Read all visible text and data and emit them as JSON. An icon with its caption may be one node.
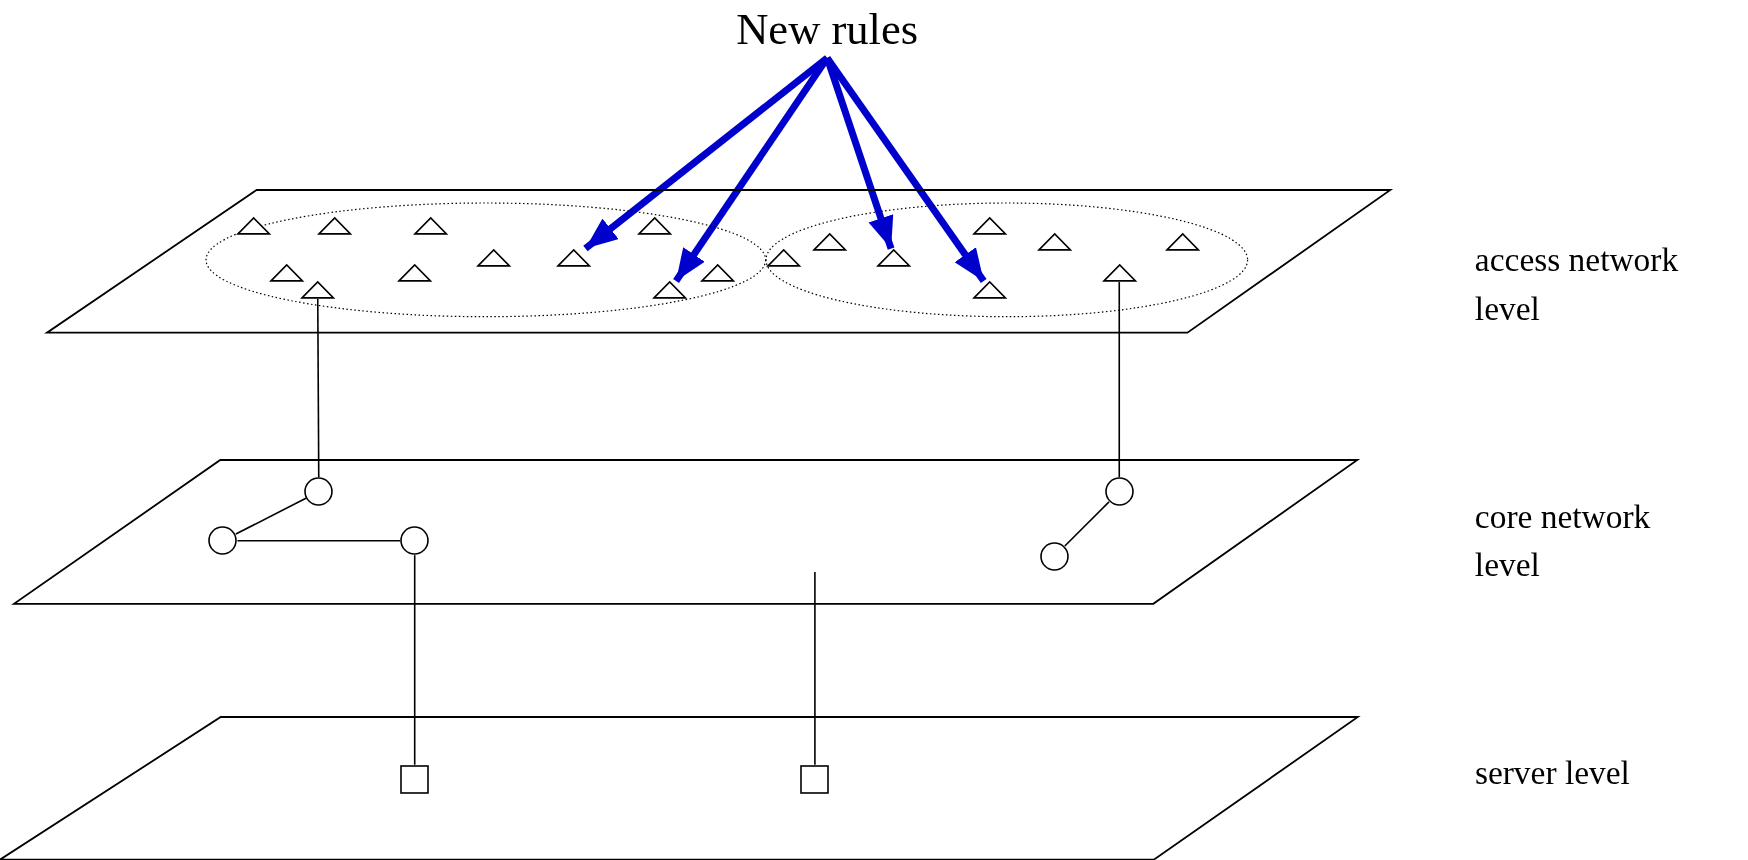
{
  "diagram": {
    "nodes": [
      {
        "text": [
          "New rules"
        ]
      },
      {
        "text": [
          "access network level"
        ]
      },
      {
        "text": [],
        "shape": "ellipse",
        "in": 1
      },
      {
        "text": [],
        "shape": "ellipse",
        "in": 1
      },
      {
        "text": [],
        "shape": "triangle",
        "in": 2
      },
      {
        "text": [],
        "shape": "triangle",
        "in": 2
      },
      {
        "text": [],
        "shape": "triangle",
        "in": 2
      },
      {
        "text": [],
        "shape": "triangle",
        "in": 2
      },
      {
        "text": [],
        "shape": "triangle",
        "in": 2
      },
      {
        "text": [],
        "shape": "triangle",
        "in": 2
      },
      {
        "text": [],
        "shape": "triangle",
        "in": 2
      },
      {
        "text": [],
        "shape": "triangle",
        "in": 2
      },
      {
        "text": [],
        "shape": "triangle",
        "in": 2
      },
      {
        "text": [],
        "shape": "triangle",
        "in": 2
      },
      {
        "text": [],
        "shape": "triangle",
        "in": 2
      },
      {
        "text": [],
        "shape": "triangle",
        "in": 3
      },
      {
        "text": [],
        "shape": "triangle",
        "in": 3
      },
      {
        "text": [],
        "shape": "triangle",
        "in": 3
      },
      {
        "text": [],
        "shape": "triangle",
        "in": 3
      },
      {
        "text": [],
        "shape": "triangle",
        "in": 3
      },
      {
        "text": [],
        "shape": "triangle",
        "in": 3
      },
      {
        "text": [],
        "shape": "triangle",
        "in": 3
      },
      {
        "text": [],
        "shape": "triangle",
        "in": 3
      },
      {
        "text": [
          "core network level"
        ]
      },
      {
        "text": [],
        "shape": "circle",
        "in": 23
      },
      {
        "text": [],
        "shape": "circle",
        "in": 23
      },
      {
        "text": [],
        "shape": "circle",
        "in": 23
      },
      {
        "text": [],
        "shape": "circle",
        "in": 23
      },
      {
        "text": [],
        "shape": "circle",
        "in": 23
      },
      {
        "text": [
          "server level"
        ]
      },
      {
        "text": [],
        "shape": "box",
        "in": 29
      },
      {
        "text": [],
        "shape": "box",
        "in": 29
      }
    ],
    "edges": [
      {
        "from": 0,
        "to": 12,
        "arrow": "to",
        "style": "thick",
        "color": "#0000cc"
      },
      {
        "from": 0,
        "to": 13,
        "arrow": "to",
        "style": "thick",
        "color": "#0000cc"
      },
      {
        "from": 0,
        "to": 17,
        "arrow": "to",
        "style": "thick",
        "color": "#0000cc"
      },
      {
        "from": 0,
        "to": 22,
        "arrow": "to",
        "style": "thick",
        "color": "#0000cc"
      },
      {
        "from": 9,
        "to": 24,
        "arrow": "none"
      },
      {
        "from": 21,
        "to": 27,
        "arrow": "none"
      },
      {
        "from": 24,
        "to": 25,
        "arrow": "none"
      },
      {
        "from": 25,
        "to": 26,
        "arrow": "none"
      },
      {
        "from": 26,
        "to": 30,
        "arrow": "none"
      },
      {
        "from": 27,
        "to": 28,
        "arrow": "none"
      },
      {
        "from": 23,
        "to": 31,
        "arrow": "none"
      }
    ]
  }
}
